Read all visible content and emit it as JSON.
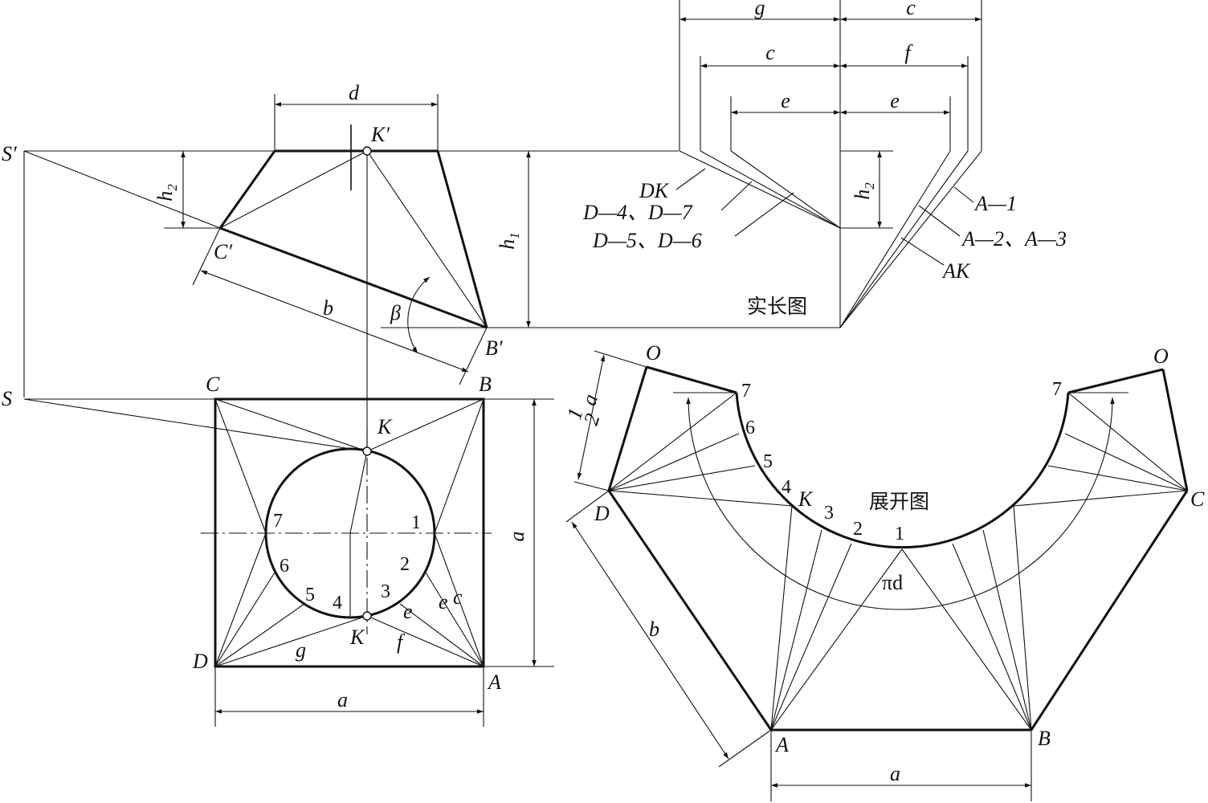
{
  "titles": {
    "true_length": "实长图",
    "development": "展开图"
  },
  "elevation": {
    "apex": "S′",
    "k_prime": "K′",
    "c_prime": "C′",
    "b_prime": "B′",
    "dim_d": "d",
    "dim_h2": "h",
    "dim_h2_sub": "2",
    "dim_h1": "h",
    "dim_h1_sub": "1",
    "dim_b": "b",
    "angle": "β"
  },
  "true_length_diagram": {
    "dim_g": "g",
    "dim_c_top": "c",
    "dim_c_mid": "c",
    "dim_f": "f",
    "dim_e_left": "e",
    "dim_e_right": "e",
    "dim_h2": "h",
    "dim_h2_sub": "2",
    "label_dk": "DK",
    "label_d4_d7": "D—4、D—7",
    "label_d5_d6": "D—5、D—6",
    "label_a1": "A—1",
    "label_a2_a3": "A—2、A—3",
    "label_ak": "AK"
  },
  "plan": {
    "s": "S",
    "c": "C",
    "b": "B",
    "d": "D",
    "a_corner": "A",
    "k_top": "K",
    "k_bottom": "K",
    "dim_a_bottom": "a",
    "dim_a_right": "a",
    "pt1": "1",
    "pt2": "2",
    "pt3": "3",
    "pt4": "4",
    "pt5": "5",
    "pt6": "6",
    "pt7": "7",
    "line_c": "c",
    "line_e1": "e",
    "line_e2": "e",
    "line_f": "f",
    "line_g": "g"
  },
  "development": {
    "o_left": "O",
    "o_right": "O",
    "d": "D",
    "c": "C",
    "a_corner": "A",
    "b_corner": "B",
    "k": "K",
    "pt1": "1",
    "pt2": "2",
    "pt3": "3",
    "pt4": "4",
    "pt5": "5",
    "pt6": "6",
    "pt7_left": "7",
    "pt7_right": "7",
    "dim_half_a_num": "1",
    "dim_half_a_den": "2",
    "dim_half_a_var": "a",
    "dim_b": "b",
    "dim_a": "a",
    "arc_label": "πd"
  }
}
